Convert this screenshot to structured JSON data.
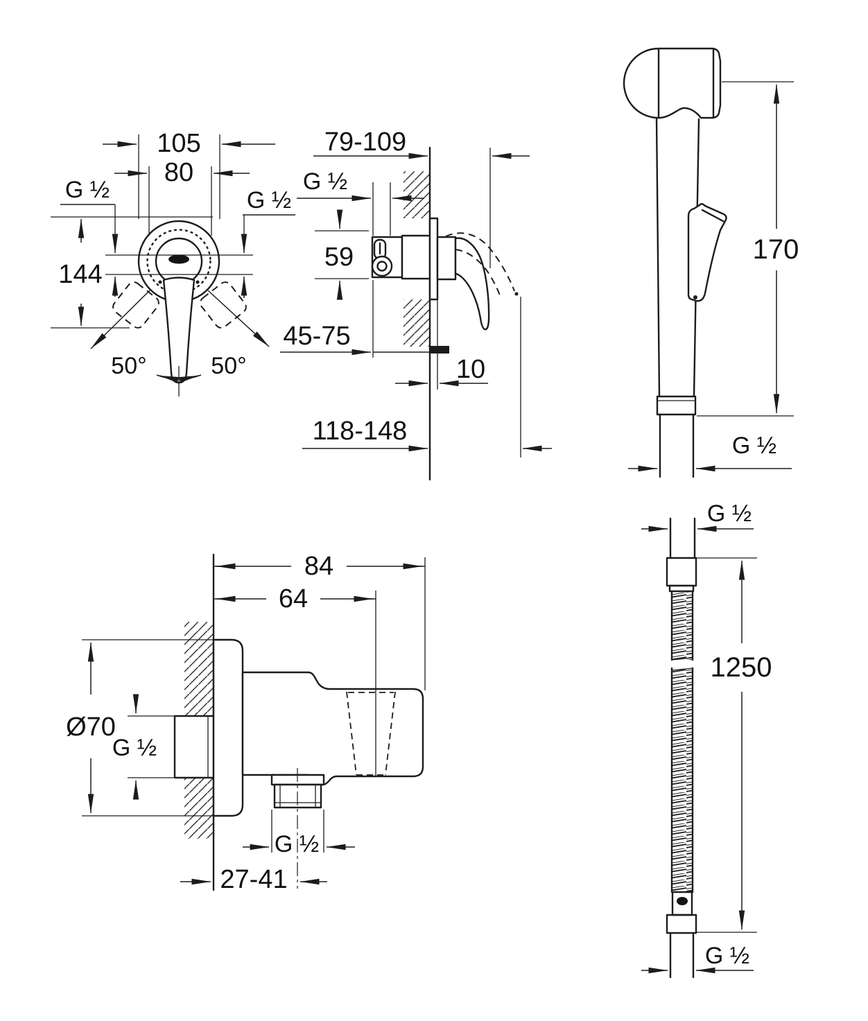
{
  "page": {
    "background": "#ffffff",
    "line_color": "#1c1c1c"
  },
  "views": {
    "mixer_front": {
      "name": "concealed mixer front view",
      "dim_width_outer": "105",
      "dim_width_inner": "80",
      "thread_left": "G ½",
      "thread_right": "G ½",
      "dim_height": "144",
      "angle_left": "50°",
      "angle_right": "50°"
    },
    "mixer_side": {
      "name": "concealed mixer side section",
      "dim_depth_range": "79-109",
      "thread": "G ½",
      "dim_body_height": "59",
      "dim_recess_depth": "45-75",
      "dim_plate_thickness": "10",
      "dim_total_depth": "118-148"
    },
    "hand_shower": {
      "name": "trigger hand shower",
      "dim_height": "170",
      "thread": "G ½"
    },
    "wall_holder": {
      "name": "wall union with shower holder",
      "dim_width_total": "84",
      "dim_width_holder": "64",
      "dim_flange_diameter": "Ø70",
      "thread_inlet": "G ½",
      "thread_outlet": "G ½",
      "dim_outlet_offset": "27-41"
    },
    "hose": {
      "name": "metal shower hose",
      "thread_top": "G ½",
      "dim_length": "1250",
      "thread_bottom": "G ½"
    }
  }
}
